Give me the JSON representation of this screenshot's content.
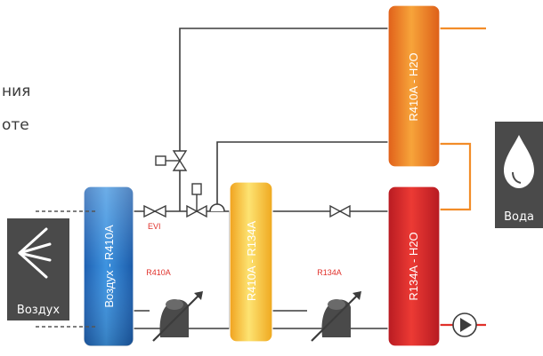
{
  "intro_text": {
    "line1": "ния",
    "line2": "оте"
  },
  "exchangers": {
    "air_r410a": "Воздух - R410A",
    "r410a_r134a": "R410A - R134A",
    "r134a_h2o": "R134A - H2O",
    "r410a_h2o": "R410A - H2O"
  },
  "circuit_labels": {
    "r410a": "R410A",
    "r134a": "R134A",
    "evi": "EVI"
  },
  "badges": {
    "air": "Воздух",
    "water": "Вода"
  },
  "colors": {
    "pipe": "#3c3c3c",
    "water_pipe_orange": "#f28c28",
    "water_pipe_red": "#e0302a",
    "badge_bg": "#4a4a4a",
    "hx_blue": "#2a78c8",
    "hx_yellow": "#f2c12e",
    "hx_red": "#d8262a",
    "hx_orange": "#f0841e"
  },
  "icons": {
    "air": "air-flow-icon",
    "water": "water-drop-icon",
    "compressor": "compressor-icon",
    "pump": "pump-icon",
    "valve": "valve-icon"
  }
}
